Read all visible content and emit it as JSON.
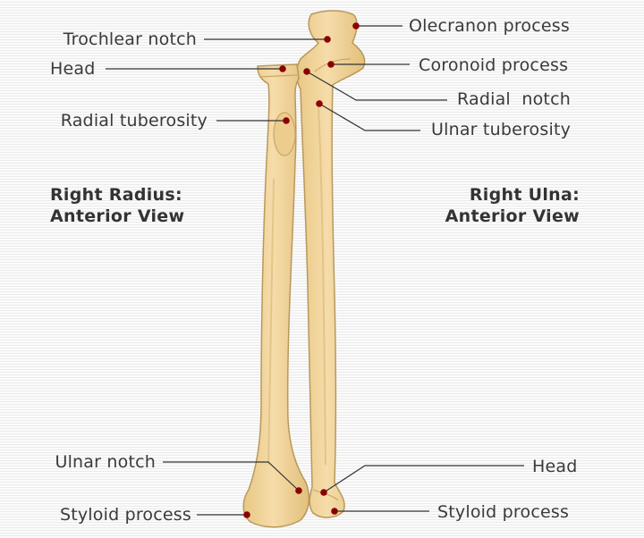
{
  "labels": {
    "trochlear_notch": "Trochlear notch",
    "radius_head": "Head",
    "radial_tuberosity": "Radial tuberosity",
    "olecranon_process": "Olecranon process",
    "coronoid_process": "Coronoid process",
    "radial_notch": "Radial  notch",
    "ulnar_tuberosity": "Ulnar tuberosity",
    "ulnar_notch": "Ulnar notch",
    "radius_styloid_process": "Styloid process",
    "ulna_head": "Head",
    "ulna_styloid_process": "Styloid process"
  },
  "titles": {
    "radius": {
      "line1": "Right Radius:",
      "line2": "Anterior View"
    },
    "ulna": {
      "line1": "Right Ulna:",
      "line2": "Anterior View"
    }
  },
  "colors": {
    "bone_fill": "#f2d49a",
    "bone_outline": "#b8995c",
    "bone_shadow": "#d9b877",
    "marker": "#8b0000",
    "leader_line": "#333333"
  }
}
